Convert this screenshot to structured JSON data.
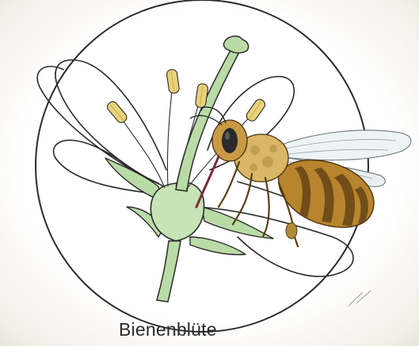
{
  "caption": "Bienenblüte",
  "colors": {
    "paper": "#ffffff",
    "paper_edge": "#e9e2d6",
    "outline": "#2b2b2b",
    "stem_green": "#b9dca6",
    "stem_green_dark": "#6fae62",
    "anther_yellow": "#e8d27a",
    "bee_body": "#b7852d",
    "bee_stripe": "#6a4716",
    "bee_fur": "#d9b766",
    "wing": "#eef3f5",
    "proboscis": "#7a2a3a"
  },
  "icons": [
    "bee-illustration",
    "flower-illustration"
  ]
}
